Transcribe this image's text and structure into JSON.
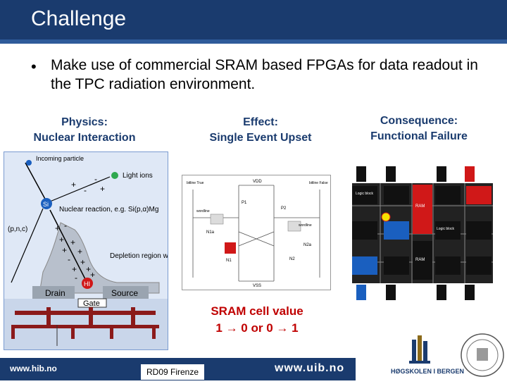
{
  "slide": {
    "title": "Challenge",
    "bullet": "Make use of commercial SRAM based FPGAs for data readout in the TPC radiation environment."
  },
  "columns": {
    "physics": "Physics:\nNuclear Interaction",
    "effect": "Effect:\nSingle Event Upset",
    "consequence": "Consequence:\nFunctional Failure"
  },
  "sram_value": {
    "line1": "SRAM cell value",
    "line2": "1 → 0  or  0 → 1"
  },
  "physics_diagram": {
    "incoming": "Incoming particle",
    "lighting": "Light ions",
    "si": "Si",
    "reaction": "Nuclear reaction, e.g. Si(p,α)Mg",
    "pnc": "(p,n,c)",
    "depletion": "Depletion region with funnel",
    "hi": "HI",
    "drain": "Drain",
    "source": "Source",
    "gate": "Gate"
  },
  "sram_diagram": {
    "vdd": "VDD",
    "vss": "VSS",
    "bitline_true": "bitline True",
    "bitline_false": "bitline False",
    "wordline": "wordline",
    "p1": "P1",
    "p2": "P2",
    "n1a": "N1a",
    "n2a": "N2a",
    "n1": "N1",
    "n2": "N2"
  },
  "fpga_diagram": {
    "logic_block": "Logic block",
    "ram": "RAM"
  },
  "footer": {
    "left": "www.hib.no",
    "middle": "RD09 Firenze",
    "uib": "www.uib.no",
    "hib": "HØGSKOLEN I BERGEN"
  },
  "colors": {
    "title_bar": "#1a3b6e",
    "accent_red": "#c00000"
  }
}
